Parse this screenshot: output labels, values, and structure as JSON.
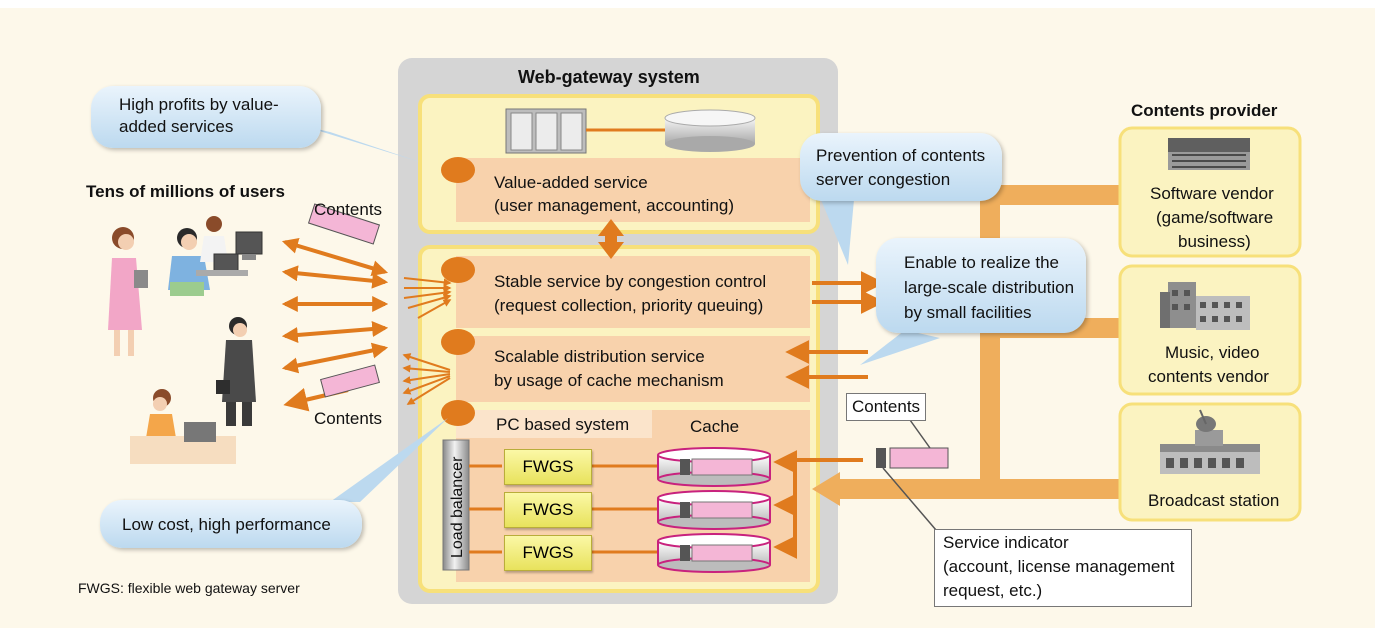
{
  "gateway": {
    "title": "Web-gateway system",
    "value_added": {
      "line1": "Value-added service",
      "line2": "(user management, accounting)"
    },
    "stable": {
      "line1": "Stable service by congestion control",
      "line2": "(request collection, priority queuing)"
    },
    "scalable": {
      "line1": "Scalable distribution service",
      "line2": "by usage of cache mechanism"
    },
    "pc_based": "PC based system",
    "cache": "Cache",
    "load_balancer": "Load balancer",
    "fwgs": [
      "FWGS",
      "FWGS",
      "FWGS"
    ]
  },
  "users": {
    "title": "Tens of  millions of users",
    "contents_top": "Contents",
    "contents_bottom": "Contents"
  },
  "callouts": {
    "high_profits": {
      "line1": "High profits by value-",
      "line2": "added services"
    },
    "prevention": {
      "line1": "Prevention of contents",
      "line2": "server congestion"
    },
    "large_scale": {
      "line1": "Enable to realize the",
      "line2": "large-scale distribution",
      "line3": "by small facilities"
    },
    "low_cost": "Low cost, high performance"
  },
  "contents_right": "Contents",
  "service_indicator": {
    "line1": "Service indicator",
    "line2": "(account, license management",
    "line3": "request, etc.)"
  },
  "providers": {
    "title": "Contents provider",
    "software": {
      "line1": "Software vendor",
      "line2": "(game/software",
      "line3": "business)"
    },
    "music": {
      "line1": "Music, video",
      "line2": "contents vendor"
    },
    "broadcast": "Broadcast station"
  },
  "footnote": "FWGS: flexible web gateway server",
  "colors": {
    "accent_orange": "#e07b1e",
    "feed_orange": "#efae5c",
    "panel_grey": "#d5d5d5",
    "section_yellow": "#fbf3c1",
    "service_band": "#f8d2ac",
    "callout_blue": "#bcd9ef",
    "contents_pink": "#f4b6d6"
  }
}
